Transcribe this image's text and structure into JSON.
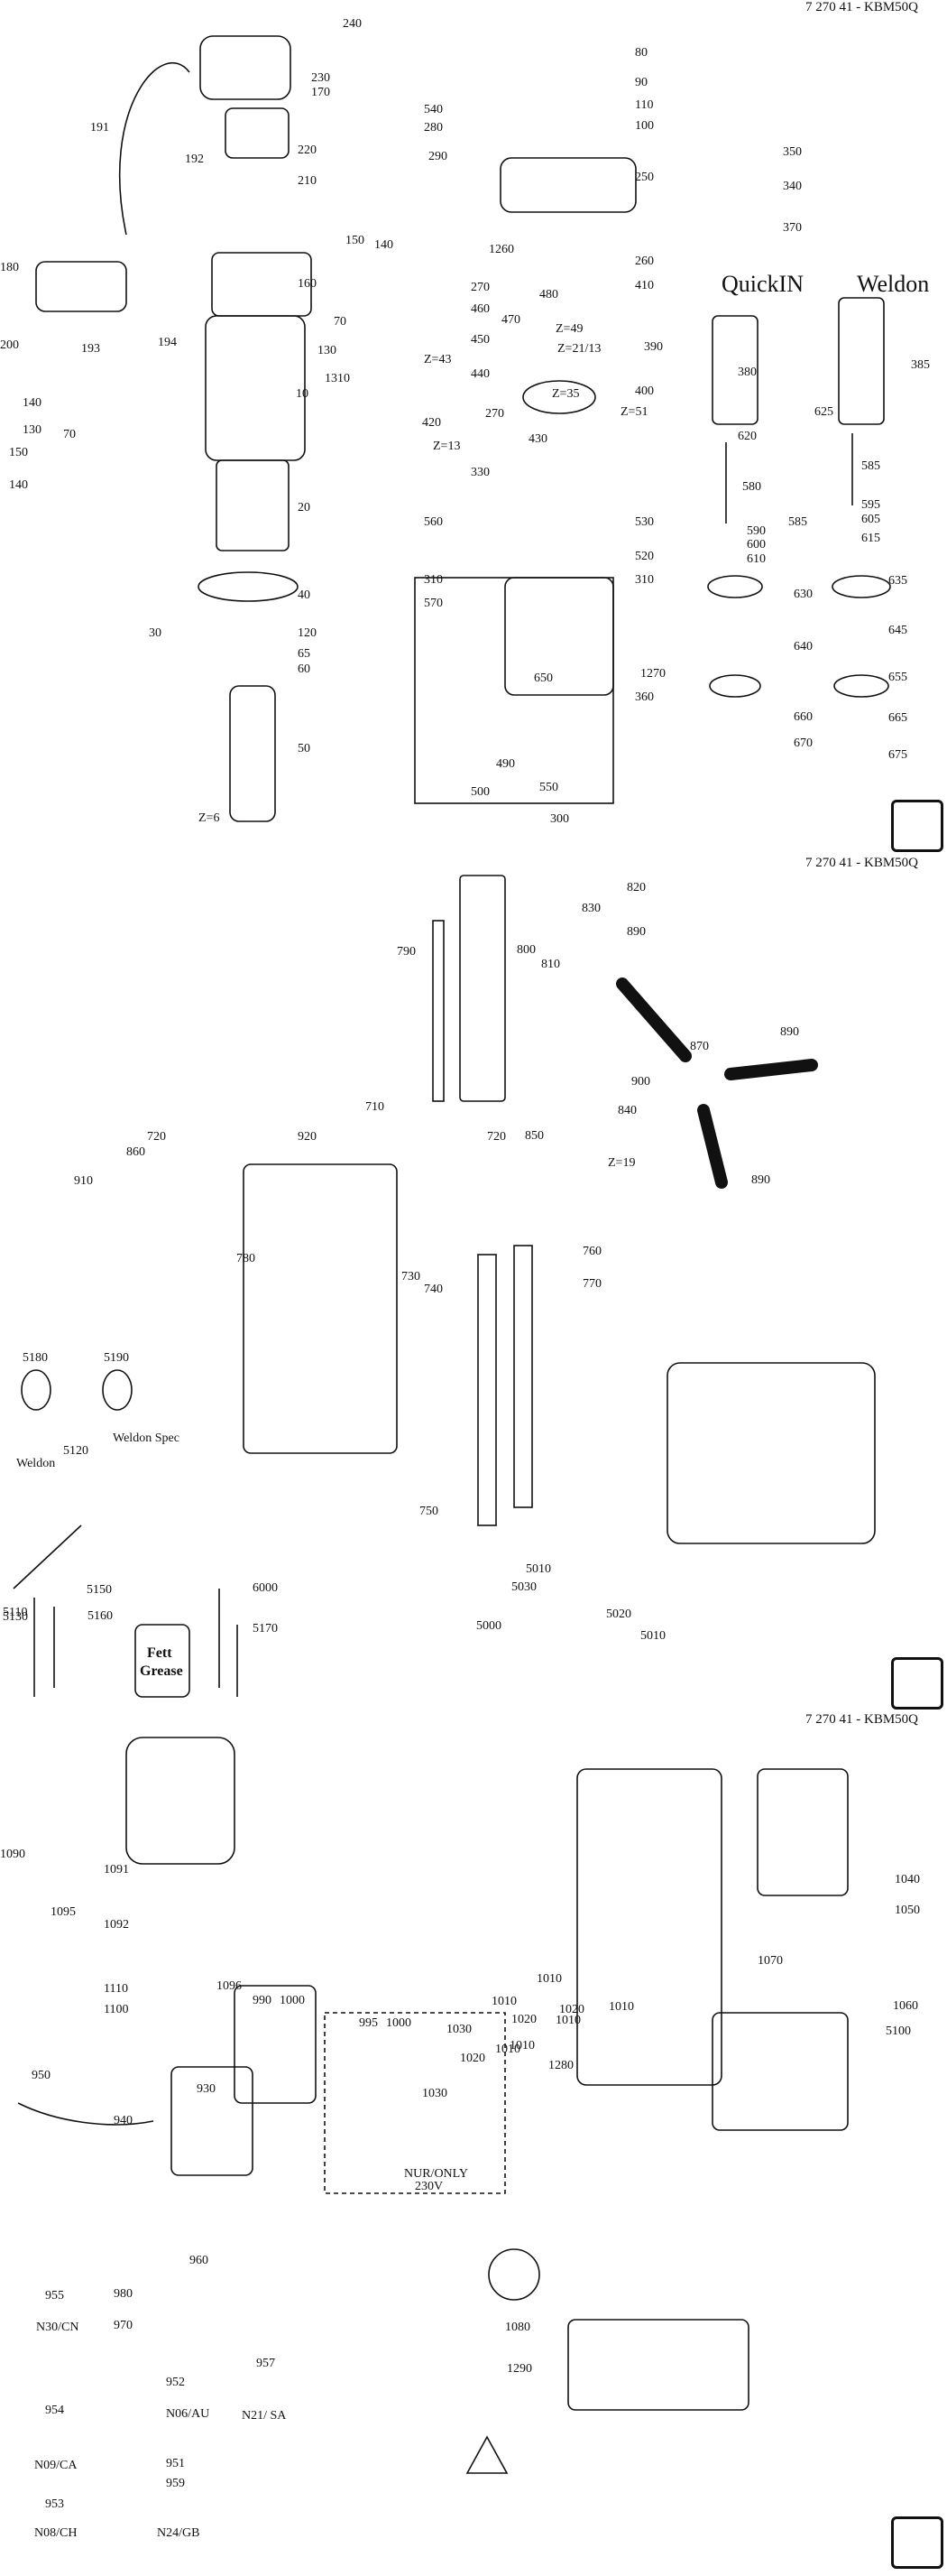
{
  "pages": [
    {
      "header": "7 270 41 - KBM50Q",
      "labels": [
        "240",
        "230",
        "170",
        "191",
        "192",
        "220",
        "210",
        "180",
        "200",
        "193",
        "194",
        "150",
        "140",
        "160",
        "70",
        "130",
        "10",
        "1310",
        "140",
        "130",
        "70",
        "150",
        "140",
        "20",
        "40",
        "30",
        "120",
        "65",
        "60",
        "50",
        "Z=6",
        "80",
        "90",
        "110",
        "100",
        "250",
        "540",
        "280",
        "290",
        "1260",
        "260",
        "270",
        "460",
        "480",
        "410",
        "Z=49",
        "470",
        "450",
        "390",
        "Z=21/13",
        "Z=43",
        "440",
        "Z=35",
        "400",
        "Z=51",
        "420",
        "430",
        "270",
        "Z=13",
        "330",
        "530",
        "560",
        "520",
        "310",
        "310",
        "570",
        "1270",
        "650",
        "360",
        "490",
        "500",
        "550",
        "300",
        "350",
        "340",
        "370",
        "380",
        "620",
        "625",
        "385",
        "585",
        "580",
        "590",
        "600",
        "610",
        "585",
        "595",
        "605",
        "615",
        "630",
        "635",
        "640",
        "645",
        "655",
        "660",
        "665",
        "670",
        "675"
      ],
      "section_titles": [
        "QuickIN",
        "Weldon"
      ]
    },
    {
      "header": "7 270 41 - KBM50Q",
      "labels": [
        "820",
        "830",
        "790",
        "800",
        "810",
        "890",
        "870",
        "890",
        "900",
        "840",
        "Z=19",
        "850",
        "720",
        "710",
        "920",
        "720",
        "860",
        "910",
        "780",
        "760",
        "770",
        "730",
        "740",
        "890",
        "750",
        "5180",
        "5190",
        "Weldon",
        "Weldon Spec",
        "5120",
        "5130",
        "5150",
        "5110",
        "6000",
        "5160",
        "5170",
        "5010",
        "5030",
        "5000",
        "5020",
        "5010"
      ],
      "container_text": [
        "Fett",
        "Grease"
      ]
    },
    {
      "header": "7 270 41 - KBM50Q",
      "labels": [
        "1090",
        "1091",
        "1095",
        "1092",
        "1096",
        "1110",
        "1100",
        "990",
        "1000",
        "995",
        "1000",
        "950",
        "930",
        "940",
        "960",
        "980",
        "970",
        "955",
        "N30/CN",
        "952",
        "N06/AU",
        "957",
        "N21/ SA",
        "954",
        "N09/CA",
        "951",
        "953",
        "959",
        "N08/CH",
        "N24/GB",
        "1040",
        "1050",
        "1070",
        "1060",
        "5100",
        "1010",
        "1020",
        "1030",
        "1010",
        "1020",
        "1010",
        "1030",
        "1020",
        "1010",
        "1010",
        "1010",
        "1280",
        "1080",
        "1290"
      ],
      "note": [
        "NUR/ONLY",
        "230V"
      ]
    }
  ]
}
